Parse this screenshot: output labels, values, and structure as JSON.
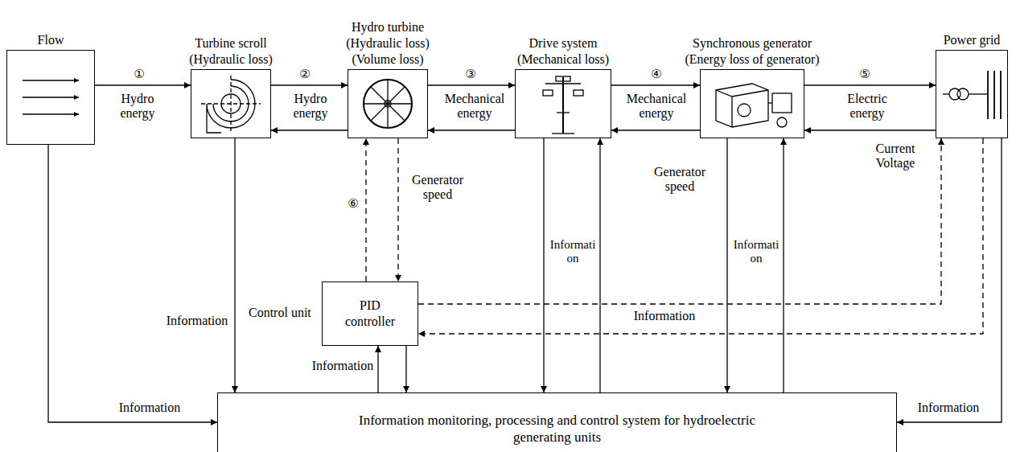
{
  "diagram": {
    "nodes": [
      {
        "text": [
          "Flow"
        ]
      },
      {
        "text": [
          "Turbine scroll",
          "(Hydraulic loss)"
        ]
      },
      {
        "text": [
          "Hydro turbine",
          "(Hydraulic loss)",
          "(Volume loss)"
        ]
      },
      {
        "text": [
          "Drive system",
          "(Mechanical loss)"
        ]
      },
      {
        "text": [
          "Synchronous generator",
          "(Energy loss of generator)"
        ]
      },
      {
        "text": [
          "Power grid"
        ]
      },
      {
        "text": [
          "PID controller"
        ]
      },
      {
        "text": [
          "Information monitoring, processing and control system for hydroelectric generating units"
        ]
      }
    ],
    "edges": [
      {
        "from": 0,
        "to": 1,
        "arrow": "to",
        "label": "Hydro energy"
      },
      {
        "from": 1,
        "to": 2,
        "arrow": "to",
        "label": "Hydro energy"
      },
      {
        "from": 2,
        "to": 1,
        "arrow": "to"
      },
      {
        "from": 2,
        "to": 3,
        "arrow": "to",
        "label": "Mechanical energy"
      },
      {
        "from": 3,
        "to": 2,
        "arrow": "to"
      },
      {
        "from": 3,
        "to": 4,
        "arrow": "to",
        "label": "Mechanical energy"
      },
      {
        "from": 4,
        "to": 3,
        "arrow": "to"
      },
      {
        "from": 4,
        "to": 5,
        "arrow": "to",
        "label": "Electric energy"
      },
      {
        "from": 5,
        "to": 4,
        "arrow": "to"
      },
      {
        "from": 6,
        "to": 2,
        "arrow": "to"
      },
      {
        "from": 2,
        "to": 6,
        "arrow": "to",
        "label": "Generator speed"
      },
      {
        "from": 6,
        "to": 5,
        "arrow": "to",
        "label": "Information"
      },
      {
        "from": 5,
        "to": 6,
        "arrow": "to"
      },
      {
        "from": 0,
        "to": 7,
        "arrow": "to",
        "label": "Information"
      },
      {
        "from": 1,
        "to": 7,
        "arrow": "to",
        "label": "Information"
      },
      {
        "from": 7,
        "to": 6,
        "arrow": "to",
        "label": "Information"
      },
      {
        "from": 6,
        "to": 7,
        "arrow": "to"
      },
      {
        "from": 3,
        "to": 7,
        "arrow": "to",
        "label": "Information"
      },
      {
        "from": 7,
        "to": 3,
        "arrow": "to"
      },
      {
        "from": 4,
        "to": 7,
        "arrow": "to",
        "label": "Information"
      },
      {
        "from": 7,
        "to": 4,
        "arrow": "to"
      },
      {
        "from": 5,
        "to": 7,
        "arrow": "to",
        "label": "Information"
      }
    ],
    "labels": [
      "①",
      "②",
      "③",
      "④",
      "⑤",
      "⑥",
      "Control unit",
      "Generator speed",
      "Current Voltage"
    ]
  }
}
